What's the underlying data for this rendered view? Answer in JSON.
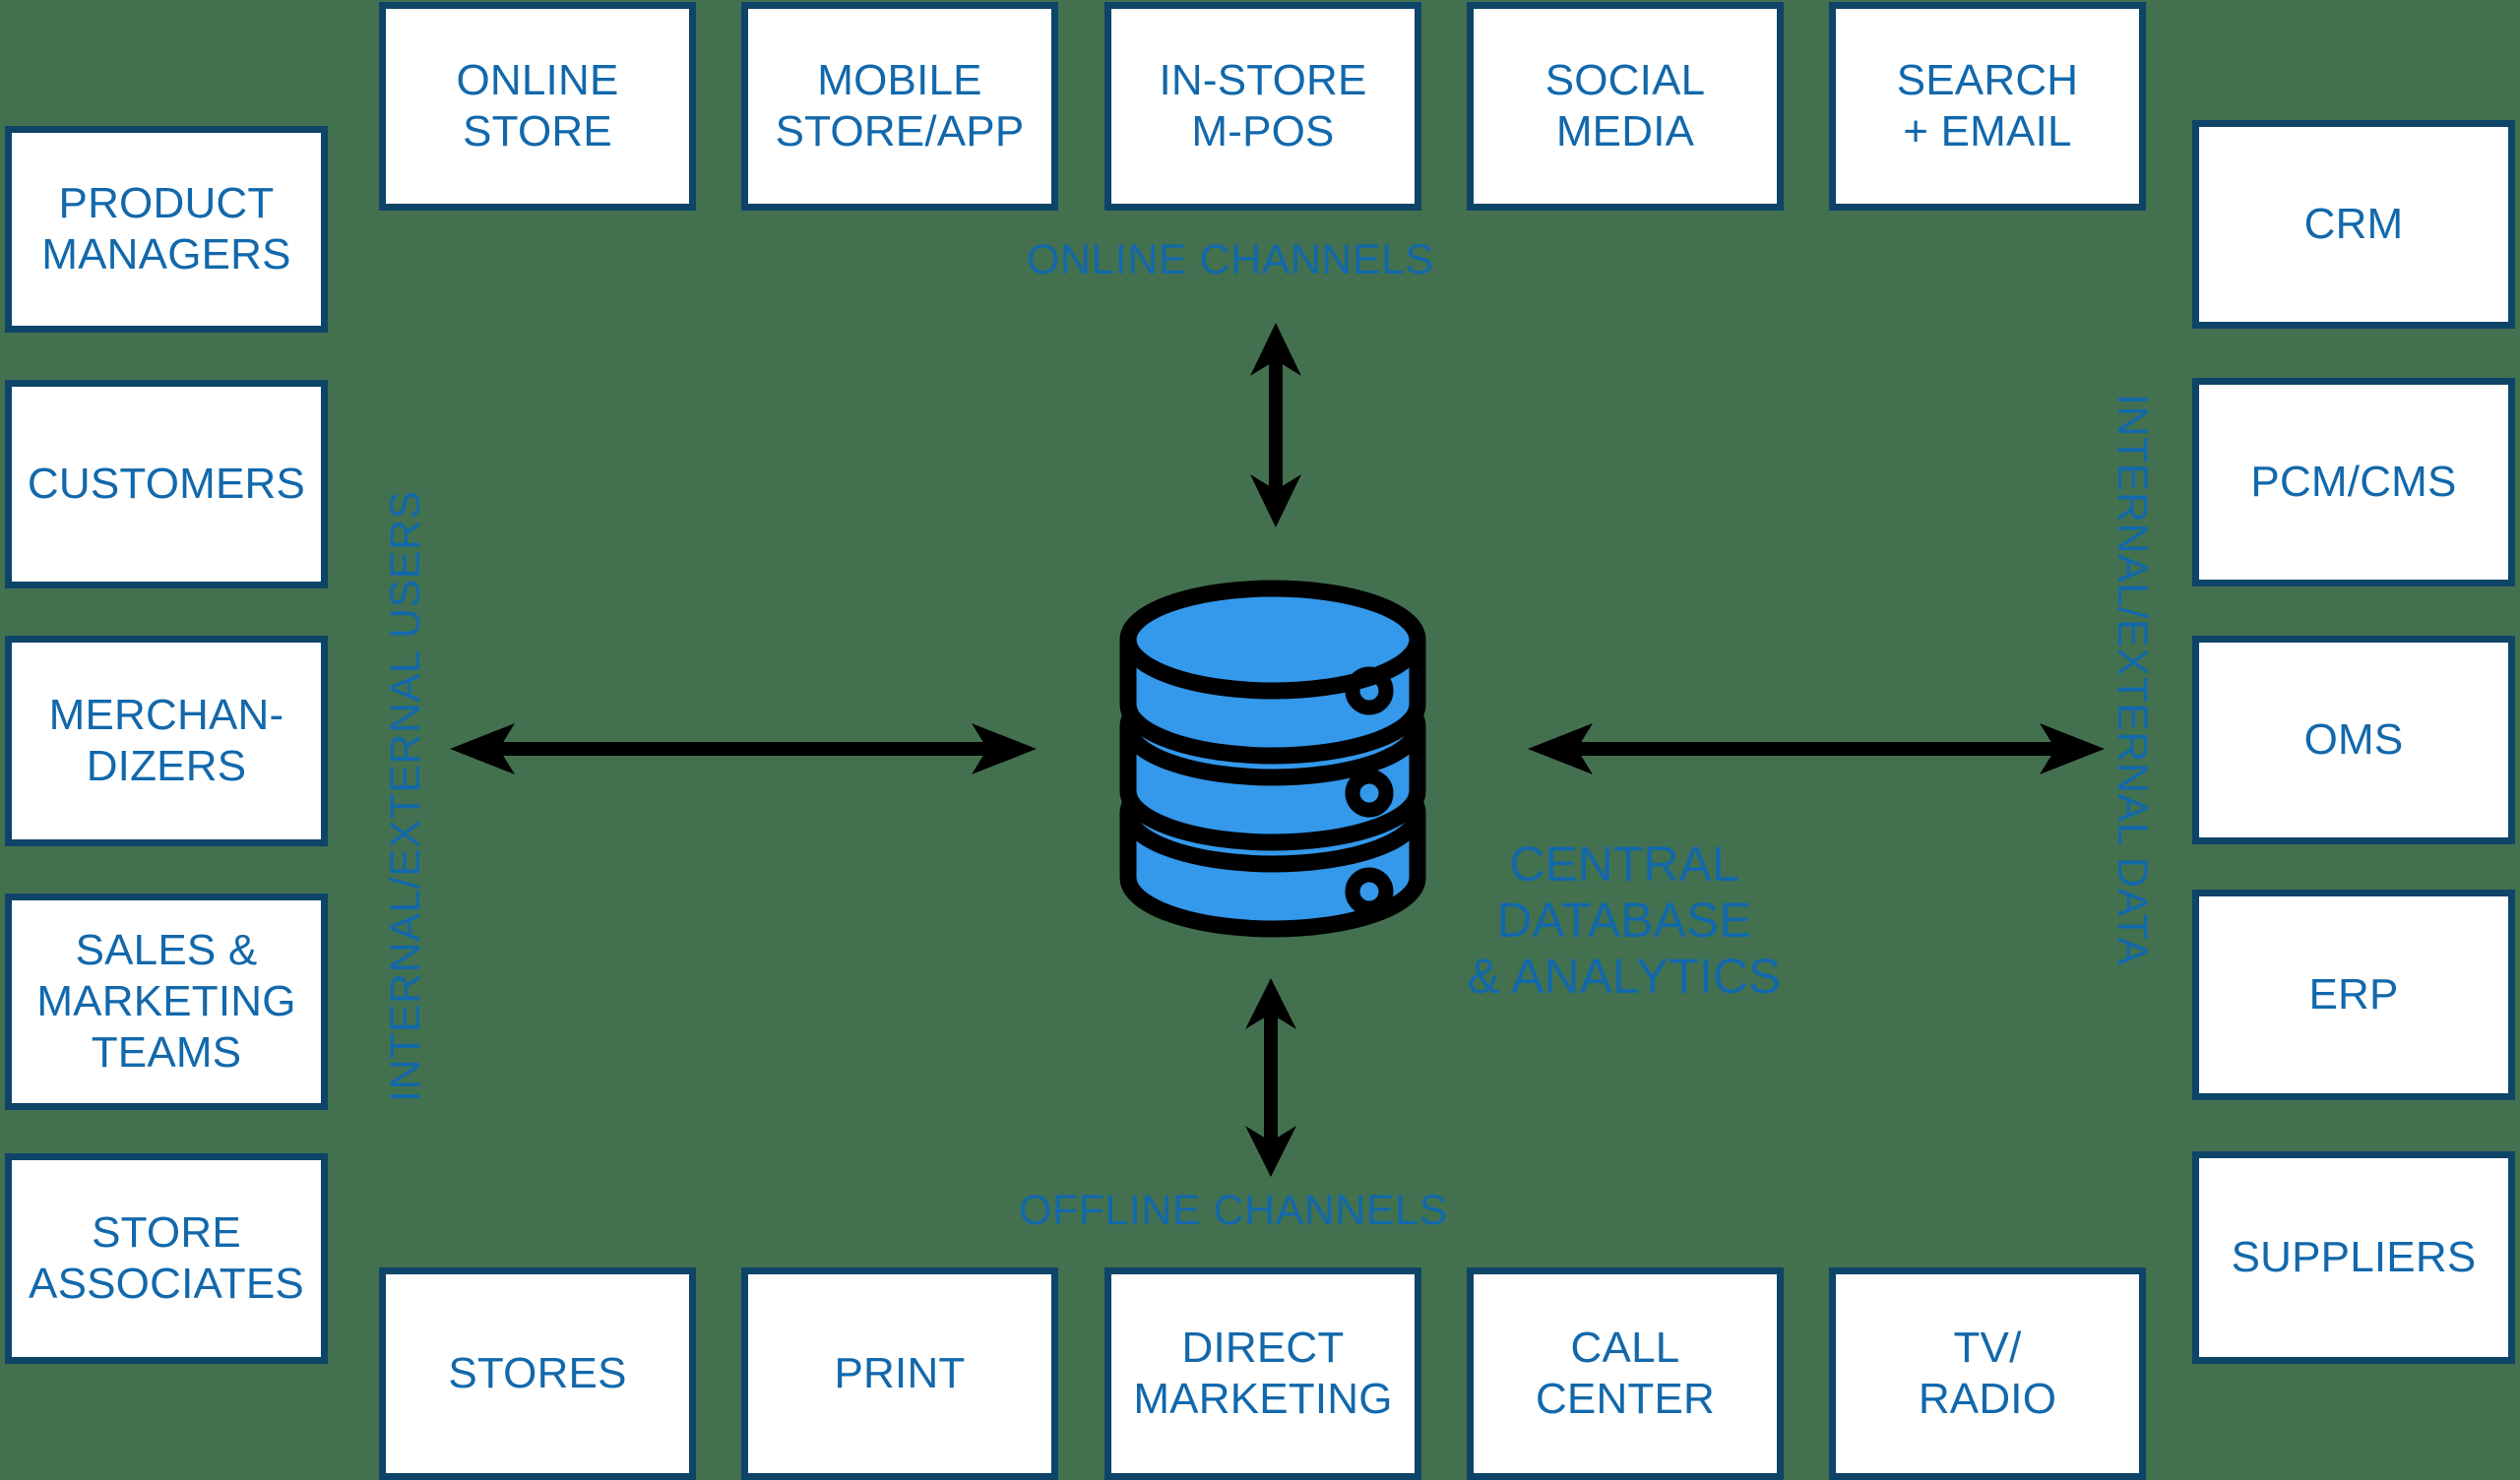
{
  "colors": {
    "background": "#43714f",
    "box_border": "#0d4468",
    "box_fill": "#ffffff",
    "text_blue": "#1268ab",
    "db_fill": "#3498eb",
    "db_stroke": "#000000",
    "arrow": "#000000"
  },
  "center": {
    "icon": "database-cylinder-icon",
    "label": "CENTRAL\nDATABASE\n& ANALYTICS"
  },
  "captions": {
    "online_channels": "ONLINE CHANNELS",
    "offline_channels": "OFFLINE CHANNELS",
    "internal_external_users": "INTERNAL/EXTERNAL USERS",
    "internal_external_data": "INTERNAL/EXTERNAL DATA"
  },
  "online_channels": [
    {
      "label": "ONLINE\nSTORE",
      "name": "online-store"
    },
    {
      "label": "MOBILE\nSTORE/APP",
      "name": "mobile-store-app"
    },
    {
      "label": "IN-STORE\nM-POS",
      "name": "in-store-m-pos"
    },
    {
      "label": "SOCIAL\nMEDIA",
      "name": "social-media"
    },
    {
      "label": "SEARCH\n+ EMAIL",
      "name": "search-email"
    }
  ],
  "offline_channels": [
    {
      "label": "STORES",
      "name": "stores"
    },
    {
      "label": "PRINT",
      "name": "print"
    },
    {
      "label": "DIRECT\nMARKETING",
      "name": "direct-marketing"
    },
    {
      "label": "CALL\nCENTER",
      "name": "call-center"
    },
    {
      "label": "TV/\nRADIO",
      "name": "tv-radio"
    }
  ],
  "users": [
    {
      "label": "PRODUCT\nMANAGERS",
      "name": "product-managers"
    },
    {
      "label": "CUSTOMERS",
      "name": "customers"
    },
    {
      "label": "MERCHAN-\nDIZERS",
      "name": "merchandizers"
    },
    {
      "label": "SALES &\nMARKETING\nTEAMS",
      "name": "sales-marketing-teams"
    },
    {
      "label": "STORE\nASSOCIATES",
      "name": "store-associates"
    }
  ],
  "data_systems": [
    {
      "label": "CRM",
      "name": "crm"
    },
    {
      "label": "PCM/CMS",
      "name": "pcm-cms"
    },
    {
      "label": "OMS",
      "name": "oms"
    },
    {
      "label": "ERP",
      "name": "erp"
    },
    {
      "label": "SUPPLIERS",
      "name": "suppliers"
    }
  ],
  "arrows": [
    {
      "name": "arrow-top-vertical",
      "direction": "bidirectional-vertical"
    },
    {
      "name": "arrow-bottom-vertical",
      "direction": "bidirectional-vertical"
    },
    {
      "name": "arrow-left-horizontal",
      "direction": "bidirectional-horizontal"
    },
    {
      "name": "arrow-right-horizontal",
      "direction": "bidirectional-horizontal"
    }
  ]
}
